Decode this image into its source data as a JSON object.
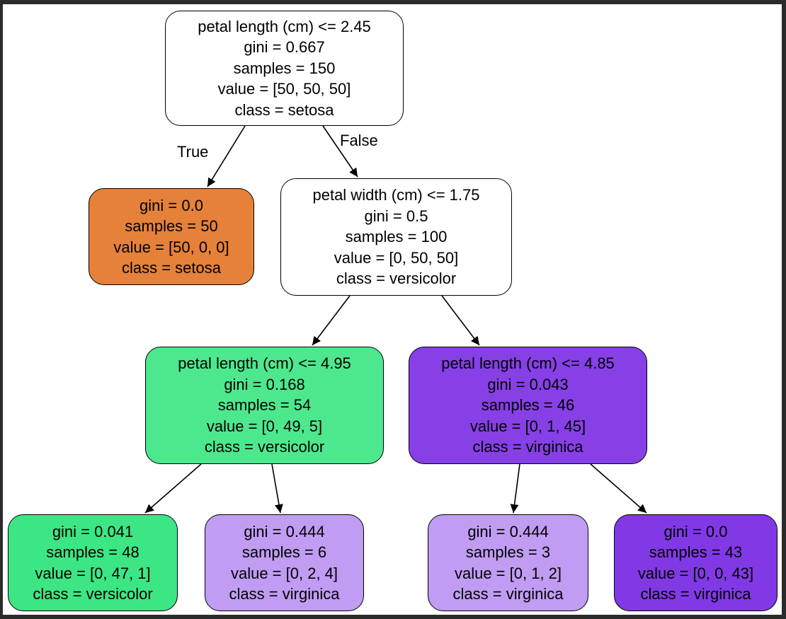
{
  "tree": {
    "nodes": {
      "root": {
        "fill": "#ffffff",
        "lines": [
          "petal length (cm) <= 2.45",
          "gini = 0.667",
          "samples = 150",
          "value = [50, 50, 50]",
          "class = setosa"
        ]
      },
      "n1": {
        "fill": "#e58139",
        "lines": [
          "gini = 0.0",
          "samples = 50",
          "value = [50, 0, 0]",
          "class = setosa"
        ]
      },
      "n2": {
        "fill": "#ffffff",
        "lines": [
          "petal width (cm) <= 1.75",
          "gini = 0.5",
          "samples = 100",
          "value = [0, 50, 50]",
          "class = versicolor"
        ]
      },
      "n3": {
        "fill": "#4de88e",
        "lines": [
          "petal length (cm) <= 4.95",
          "gini = 0.168",
          "samples = 54",
          "value = [0, 49, 5]",
          "class = versicolor"
        ]
      },
      "n4": {
        "fill": "#8640e6",
        "lines": [
          "petal length (cm) <= 4.85",
          "gini = 0.043",
          "samples = 46",
          "value = [0, 1, 45]",
          "class = virginica"
        ]
      },
      "n5": {
        "fill": "#3de684",
        "lines": [
          "gini = 0.041",
          "samples = 48",
          "value = [0, 47, 1]",
          "class = versicolor"
        ]
      },
      "n6": {
        "fill": "#c09cf2",
        "lines": [
          "gini = 0.444",
          "samples = 6",
          "value = [0, 2, 4]",
          "class = virginica"
        ]
      },
      "n7": {
        "fill": "#c09cf2",
        "lines": [
          "gini = 0.444",
          "samples = 3",
          "value = [0, 1, 2]",
          "class = virginica"
        ]
      },
      "n8": {
        "fill": "#8139e5",
        "lines": [
          "gini = 0.0",
          "samples = 43",
          "value = [0, 0, 43]",
          "class = virginica"
        ]
      }
    },
    "edge_labels": {
      "true_label": "True",
      "false_label": "False"
    }
  }
}
